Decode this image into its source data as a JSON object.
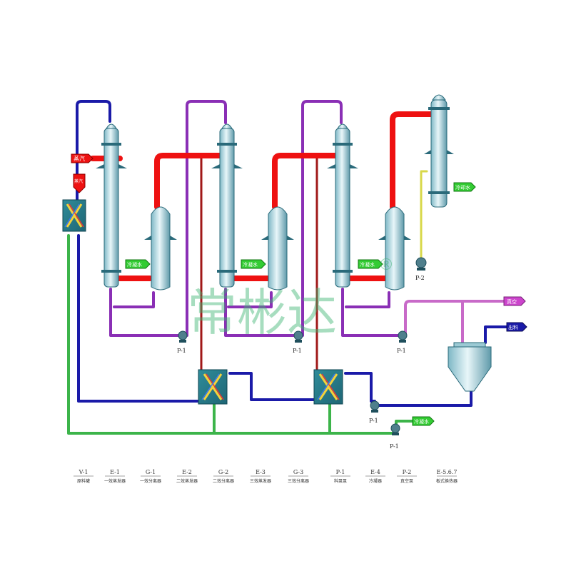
{
  "colors": {
    "steam": "#ee1111",
    "feed": "#1a1aa8",
    "product": "#3cb44a",
    "mother_liquor": "#8a2fb5",
    "vacuum": "#c86ac8",
    "condensate_red": "#a01818",
    "vessel_fill": "#bfe3ea",
    "vessel_stroke": "#2a6a7a"
  },
  "tags": {
    "steam_in": "蒸汽",
    "steam_sub": "蒸汽",
    "cw_1": "冷凝水",
    "cw_2": "冷凝水",
    "cw_3": "冷凝水",
    "cooling": "冷却水",
    "vacuum": "真空",
    "feed_out": "出料",
    "product_out": "冷凝水"
  },
  "pump_labels": [
    "P-1",
    "P-1",
    "P-1",
    "P-1",
    "P-1",
    "P-2"
  ],
  "watermark": "常彬达",
  "registered": "®",
  "legend": [
    {
      "code": "V-1",
      "name": "原料罐"
    },
    {
      "code": "E-1",
      "name": "一效蒸发器"
    },
    {
      "code": "G-1",
      "name": "一效分离器"
    },
    {
      "code": "E-2",
      "name": "二效蒸发器"
    },
    {
      "code": "G-2",
      "name": "二效分离器"
    },
    {
      "code": "E-3",
      "name": "三效蒸发器"
    },
    {
      "code": "G-3",
      "name": "三效分离器"
    },
    {
      "code": "P-1",
      "name": "料泵泵"
    },
    {
      "code": "E-4",
      "name": "冷凝器"
    },
    {
      "code": "P-2",
      "name": "真空泵"
    },
    {
      "code": "E-5.6.7",
      "name": "板式换热器"
    }
  ]
}
